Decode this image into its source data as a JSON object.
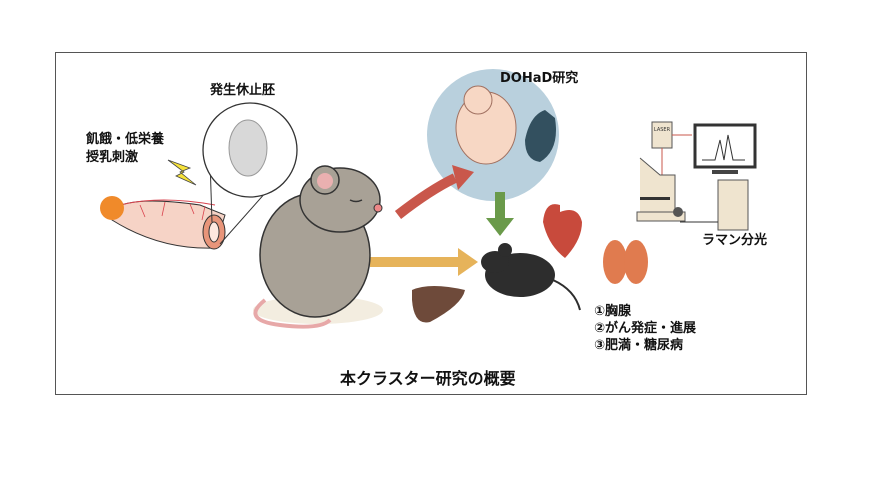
{
  "labels": {
    "dormant_embryo": "発生休止胚",
    "stress_line1": "飢餓・低栄養",
    "stress_line2": "授乳刺激",
    "dohad": "DOHaD研究",
    "raman": "ラマン分光",
    "laser": "LASER"
  },
  "outcomes": [
    "①胸腺",
    "②がん発症・進展",
    "③肥満・糖尿病"
  ],
  "title": "本クラスター研究の概要",
  "colors": {
    "dohad_circle": "#b9d0dd",
    "mouse_gray": "#a8a196",
    "red_arrow": "#c9574b",
    "yellow_arrow": "#e6b35a",
    "green_arrow": "#6a9a4a",
    "organ_orange": "#e07b4f"
  }
}
